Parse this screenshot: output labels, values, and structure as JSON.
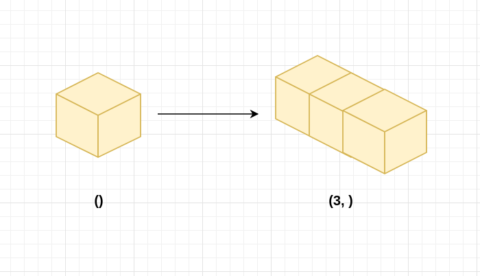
{
  "colors": {
    "cube_fill": "#fff2cc",
    "cube_stroke": "#d6b656",
    "arrow": "#000000",
    "grid_major": "#e4e4e4",
    "grid_minor": "#f1f1f1"
  },
  "left": {
    "label": "()",
    "cube_count": 1
  },
  "right": {
    "label": "(3, )",
    "cube_count": 3
  },
  "arrow": {
    "direction": "right"
  }
}
